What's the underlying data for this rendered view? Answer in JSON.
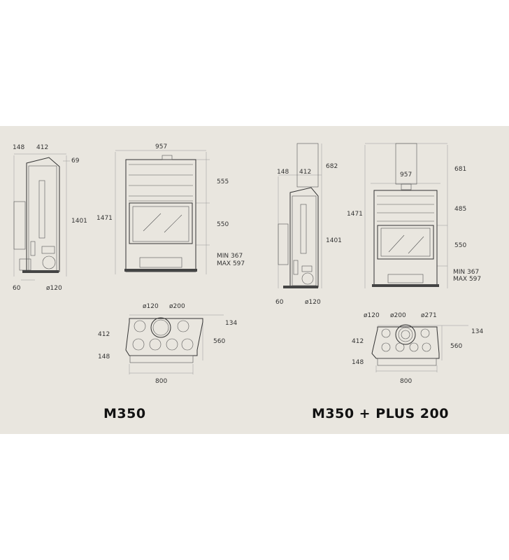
{
  "titles": {
    "left": "M350",
    "right": "M350 + PLUS 200"
  },
  "m350": {
    "side": {
      "top_left": "148",
      "top_width": "412",
      "top_right": "69",
      "height": "1401",
      "bottom_left": "60",
      "flue": "ø120"
    },
    "front": {
      "width": "957",
      "height": "1471",
      "upper": "555",
      "window": "550",
      "min": "MIN 367",
      "max": "MAX 597"
    },
    "top": {
      "flue1": "ø120",
      "flue2": "ø200",
      "right": "134",
      "depth_outer": "560",
      "depth_inner": "412",
      "bottom": "148",
      "width": "800"
    }
  },
  "plus200": {
    "side": {
      "top_left": "148",
      "top_width": "412",
      "top_height": "682",
      "height": "1401",
      "bottom_left": "60",
      "flue": "ø120"
    },
    "front": {
      "width": "957",
      "top_height": "681",
      "height": "1471",
      "upper": "485",
      "window": "550",
      "min": "MIN 367",
      "max": "MAX 597"
    },
    "top": {
      "flue1": "ø120",
      "flue2": "ø200",
      "flue3": "ø271",
      "right": "134",
      "depth_inner": "412",
      "depth_outer": "560",
      "bottom": "148",
      "width": "800"
    }
  }
}
